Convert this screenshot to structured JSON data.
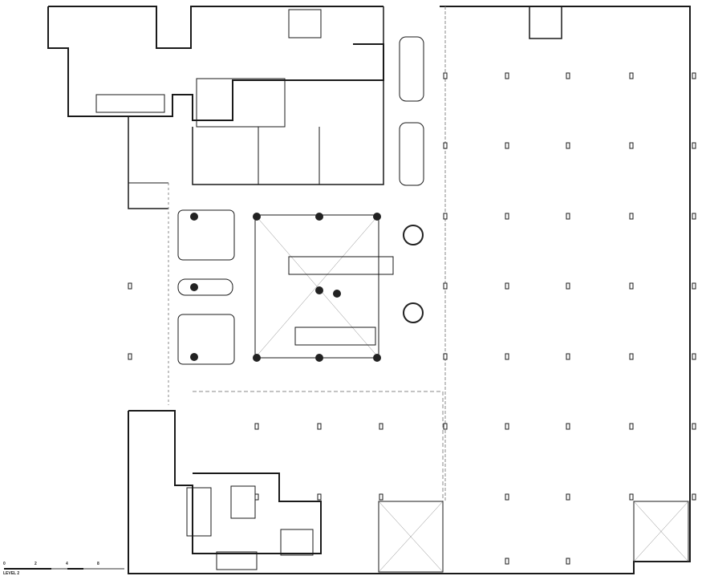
{
  "drawing": {
    "level_label": "LEVEL 2",
    "scale_bar": {
      "ticks": [
        "0",
        "2",
        "4",
        "8"
      ]
    },
    "line_color": "#1a1a1a",
    "dashed_color": "#888888"
  }
}
